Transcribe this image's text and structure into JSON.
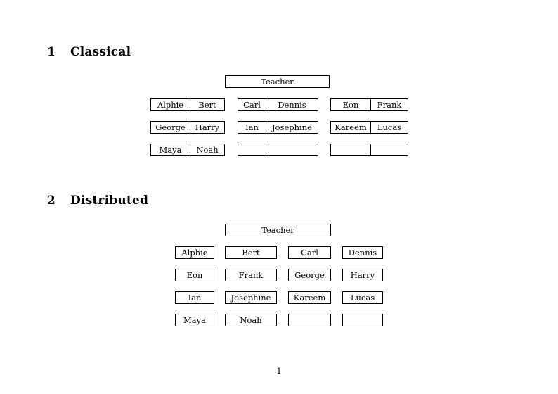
{
  "page": {
    "number": "1",
    "background": "#ffffff",
    "text_color": "#000000",
    "border_color": "#000000"
  },
  "sections": [
    {
      "number": "1",
      "title": "Classical",
      "teacher_label": "Teacher",
      "layout": "paired",
      "groups": [
        {
          "rows": [
            {
              "left": "Alphie",
              "right": "Bert"
            },
            {
              "left": "George",
              "right": "Harry"
            },
            {
              "left": "Maya",
              "right": "Noah"
            }
          ]
        },
        {
          "rows": [
            {
              "left": "Carl",
              "right": "Dennis"
            },
            {
              "left": "Ian",
              "right": "Josephine"
            },
            {
              "left": "",
              "right": ""
            }
          ]
        },
        {
          "rows": [
            {
              "left": "Eon",
              "right": "Frank"
            },
            {
              "left": "Kareem",
              "right": "Lucas"
            },
            {
              "left": "",
              "right": ""
            }
          ]
        }
      ]
    },
    {
      "number": "2",
      "title": "Distributed",
      "teacher_label": "Teacher",
      "layout": "grid",
      "rows": [
        [
          "Alphie",
          "Bert",
          "Carl",
          "Dennis"
        ],
        [
          "Eon",
          "Frank",
          "George",
          "Harry"
        ],
        [
          "Ian",
          "Josephine",
          "Kareem",
          "Lucas"
        ],
        [
          "Maya",
          "Noah",
          "",
          ""
        ]
      ]
    }
  ]
}
